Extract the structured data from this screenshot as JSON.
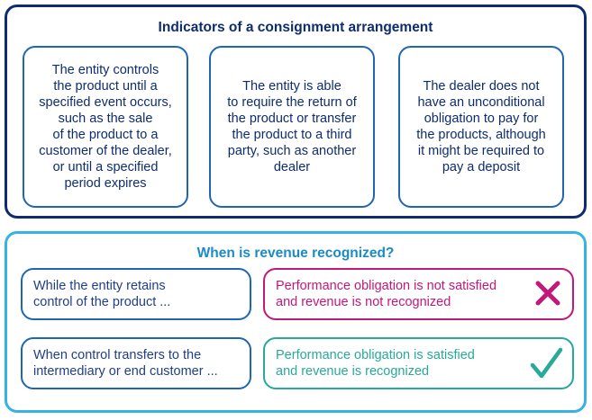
{
  "indicators_panel": {
    "title": "Indicators of a consignment arrangement",
    "items": [
      "The entity controls\nthe product until a\nspecified event occurs,\nsuch as the sale\nof the product to a\ncustomer of the dealer,\nor until a specified\nperiod expires",
      "The entity is able\nto require the return of\nthe product or transfer\nthe product to a third\nparty, such as another\ndealer",
      "The dealer does not\nhave an unconditional\nobligation to pay for\nthe products, although\nit might be required to\npay a deposit"
    ]
  },
  "revenue_panel": {
    "title": "When is revenue recognized?",
    "rows": [
      {
        "condition": "While the entity retains\ncontrol of the product ...",
        "result": "Performance obligation is not satisfied\nand revenue is not recognized",
        "icon": "cross-icon"
      },
      {
        "condition": "When control transfers to the\nintermediary or end customer ...",
        "result": "Performance obligation is satisfied\nand revenue is recognized",
        "icon": "check-icon"
      }
    ]
  },
  "colors": {
    "navy": "#0d2d6e",
    "blue": "#1f66b5",
    "light_blue": "#34b3e4",
    "magenta": "#c2187a",
    "teal": "#27a99b"
  }
}
